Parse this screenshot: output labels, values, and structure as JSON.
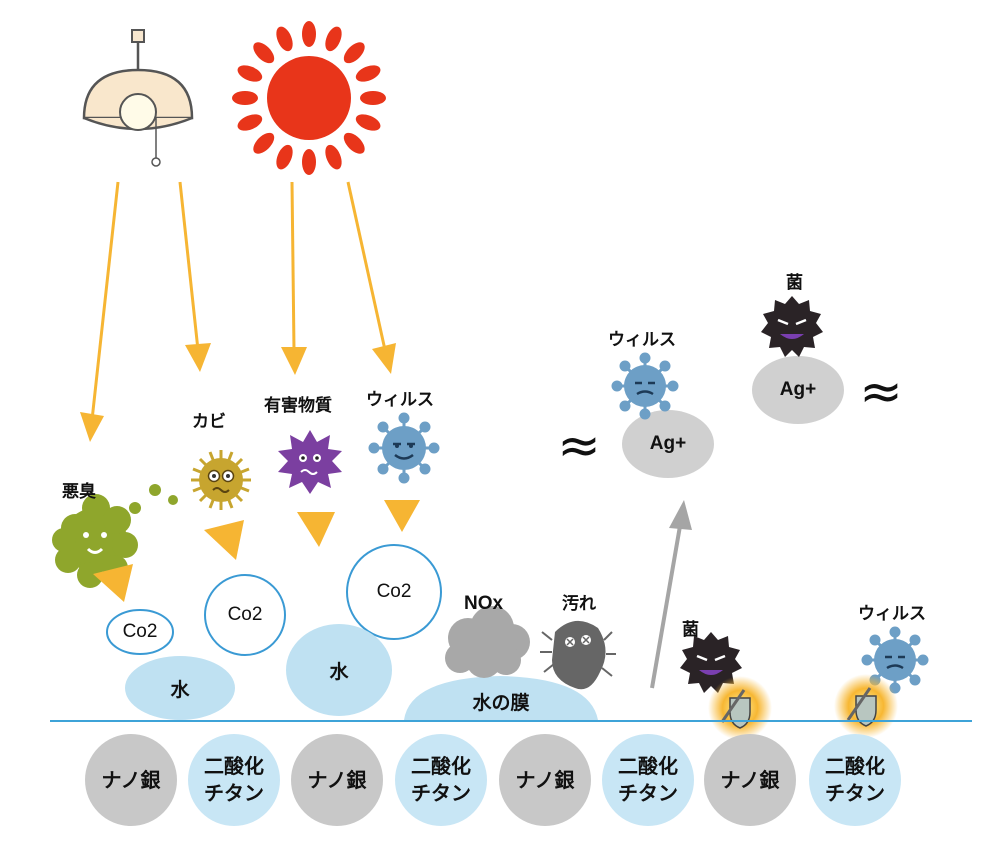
{
  "labels": {
    "odor": "悪臭",
    "mold": "カビ",
    "harmful": "有害物質",
    "virus": "ウィルス",
    "nox": "NOx",
    "dirt": "汚れ",
    "bacteria": "菌"
  },
  "bubbles": {
    "co2": "Co2",
    "water": "水",
    "water_film": "水の膜",
    "ag_ion": "Ag+"
  },
  "materials": [
    {
      "line1": "ナノ銀",
      "line2": ""
    },
    {
      "line1": "二酸化",
      "line2": "チタン"
    },
    {
      "line1": "ナノ銀",
      "line2": ""
    },
    {
      "line1": "二酸化",
      "line2": "チタン"
    },
    {
      "line1": "ナノ銀",
      "line2": ""
    },
    {
      "line1": "二酸化",
      "line2": "チタン"
    },
    {
      "line1": "ナノ銀",
      "line2": ""
    },
    {
      "line1": "二酸化",
      "line2": "チタン"
    }
  ],
  "symbols": {
    "wave": "≈"
  },
  "colors": {
    "arrow": "#f6b533",
    "sun": "#e8351a",
    "water": "#bfe1f2",
    "silver": "#c8c8c8",
    "titanium": "#c8e6f5",
    "surface_line": "#3ea3d8",
    "virus": "#6d9fc6",
    "mold": "#c7a52f",
    "harmful": "#7b3fa0",
    "odor": "#8fa62c",
    "bacteria": "#2a2326"
  }
}
